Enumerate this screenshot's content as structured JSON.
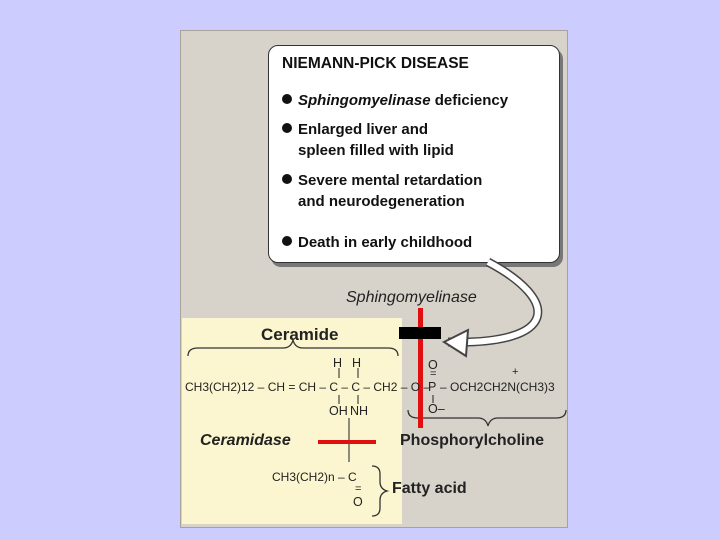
{
  "callout": {
    "title": "NIEMANN-PICK DISEASE",
    "bullet1_italic": "Sphingomyelinase",
    "bullet1_rest": "deficiency",
    "bullet2_line1": "Enlarged liver and",
    "bullet2_line2": "spleen filled with lipid",
    "bullet3_line1": "Severe mental retardation",
    "bullet3_line2": "and neurodegeneration",
    "bullet4": "Death in early childhood"
  },
  "labels": {
    "sphingomyelinase": "Sphingomyelinase",
    "ceramide": "Ceramide",
    "ceramidase": "Ceramidase",
    "phosphorylcholine": "Phosphorylcholine",
    "fatty_acid": "Fatty acid"
  },
  "chem": {
    "h1": "H",
    "h2": "H",
    "main_left": "CH3(CH2)12 – CH = CH – C – C – CH2 – O –",
    "p_o_top": "O",
    "p_dbl": "=",
    "p_atom": "P",
    "p_rest": "– OCH2CH2N(CH3)3",
    "plus": "+",
    "o_minus": "O–",
    "oh": "OH",
    "nh": "NH",
    "fa_chain": "CH3(CH2)n – C",
    "fa_dbl": "=",
    "fa_o": "O"
  },
  "colors": {
    "page_bg": "#ccccff",
    "panel_bg": "#d8d3ca",
    "ceramide_bg": "#fbf6cf",
    "cut_red": "#e01010"
  }
}
